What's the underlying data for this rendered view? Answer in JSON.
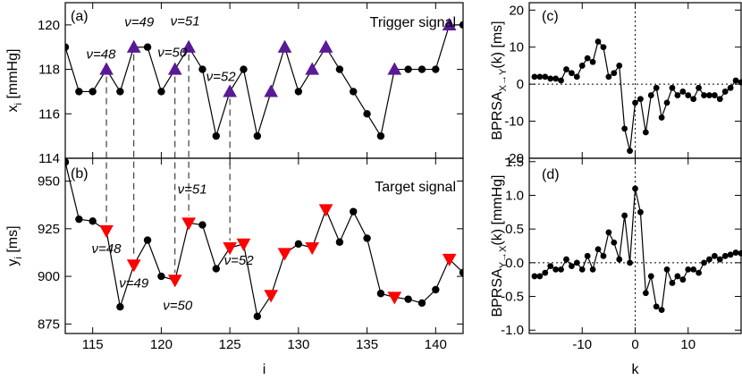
{
  "colors": {
    "triangle_up": "#5a1a96",
    "triangle_down": "#ff0000",
    "marker": "#000000",
    "line": "#000000"
  },
  "chart_data": [
    {
      "panel": "(a)",
      "type": "line",
      "title": "Trigger signal",
      "ylabel": "x",
      "ylabel_sub": "i",
      "ylabel_unit": " [mmHg]",
      "xlim": [
        113,
        142
      ],
      "ylim": [
        114,
        121
      ],
      "yticks": [
        114,
        116,
        118,
        120
      ],
      "xticks": [
        115,
        120,
        125,
        130,
        135,
        140
      ],
      "x": [
        113,
        114,
        115,
        116,
        117,
        118,
        119,
        120,
        121,
        122,
        123,
        124,
        125,
        126,
        127,
        128,
        129,
        130,
        131,
        132,
        133,
        134,
        135,
        136,
        137,
        138,
        139,
        140,
        141,
        142
      ],
      "y": [
        119,
        117,
        117,
        118,
        117,
        119,
        119,
        117,
        118,
        119,
        118,
        115,
        117,
        118,
        115,
        117,
        119,
        117,
        118,
        119,
        118,
        117,
        116,
        115,
        118,
        118,
        118,
        118,
        120,
        120
      ],
      "triangle_indices": [
        116,
        118,
        121,
        122,
        125,
        128,
        129,
        131,
        132,
        137,
        141
      ],
      "annotations": [
        {
          "label": "ν=48",
          "x": 116
        },
        {
          "label": "ν=49",
          "x": 118
        },
        {
          "label": "ν=50",
          "x": 121
        },
        {
          "label": "ν=51",
          "x": 122
        },
        {
          "label": "ν=52",
          "x": 125
        }
      ]
    },
    {
      "panel": "(b)",
      "type": "line",
      "title": "Target signal",
      "ylabel": "y",
      "ylabel_sub": "i",
      "ylabel_unit": " [ms]",
      "xlabel": "i",
      "xlim": [
        113,
        142
      ],
      "ylim": [
        870,
        962
      ],
      "yticks": [
        875,
        900,
        925,
        950
      ],
      "xticks": [
        115,
        120,
        125,
        130,
        135,
        140
      ],
      "x": [
        113,
        114,
        115,
        116,
        117,
        118,
        119,
        120,
        121,
        122,
        123,
        124,
        125,
        126,
        127,
        128,
        129,
        130,
        131,
        132,
        133,
        134,
        135,
        136,
        137,
        138,
        139,
        140,
        141,
        142
      ],
      "y": [
        960,
        930,
        929,
        924,
        884,
        906,
        919,
        900,
        898,
        928,
        927,
        904,
        915,
        917,
        879,
        890,
        912,
        917,
        915,
        935,
        918,
        934,
        920,
        891,
        889,
        888,
        886,
        893,
        909,
        902
      ],
      "triangle_indices": [
        116,
        118,
        121,
        122,
        125,
        126,
        128,
        129,
        131,
        132,
        137,
        141
      ],
      "annotations": [
        {
          "label": "ν=48",
          "x": 116
        },
        {
          "label": "ν=49",
          "x": 118
        },
        {
          "label": "ν=50",
          "x": 121
        },
        {
          "label": "ν=51",
          "x": 122
        },
        {
          "label": "ν=52",
          "x": 125
        }
      ]
    },
    {
      "panel": "(c)",
      "type": "line",
      "ylabel": "BPRSA",
      "ylabel_sub": "X→Y",
      "ylabel_unit": "(k) [ms]",
      "xlim": [
        -20,
        20
      ],
      "ylim": [
        -20,
        22
      ],
      "yticks": [
        -20,
        -10,
        0,
        10,
        20
      ],
      "xticks": [
        -10,
        0,
        10
      ],
      "x": [
        -19,
        -18,
        -17,
        -16,
        -15,
        -14,
        -13,
        -12,
        -11,
        -10,
        -9,
        -8,
        -7,
        -6,
        -5,
        -4,
        -3,
        -2,
        -1,
        0,
        1,
        2,
        3,
        4,
        5,
        6,
        7,
        8,
        9,
        10,
        11,
        12,
        13,
        14,
        15,
        16,
        17,
        18,
        19,
        20
      ],
      "y": [
        2,
        2,
        2,
        1.5,
        1.5,
        1,
        4,
        3,
        2,
        5,
        7,
        6,
        11.5,
        10,
        2,
        3,
        5,
        -12,
        -18,
        -5,
        -4,
        -13,
        -3,
        -1,
        -9,
        -5,
        -1,
        -3,
        -2,
        -3,
        -4,
        -1,
        -3,
        -3,
        -3,
        -4,
        -2,
        -1,
        1,
        0.5
      ]
    },
    {
      "panel": "(d)",
      "type": "line",
      "ylabel": "BPRSA",
      "ylabel_sub": "Y→X",
      "ylabel_unit": "(k) [mmHg]",
      "xlabel": "k",
      "xlim": [
        -20,
        20
      ],
      "ylim": [
        -1.05,
        1.55
      ],
      "yticks": [
        -1.0,
        -0.5,
        0.0,
        0.5,
        1.0,
        1.5
      ],
      "xticks": [
        -10,
        0,
        10
      ],
      "x": [
        -19,
        -18,
        -17,
        -16,
        -15,
        -14,
        -13,
        -12,
        -11,
        -10,
        -9,
        -8,
        -7,
        -6,
        -5,
        -4,
        -3,
        -2,
        -1,
        0,
        1,
        2,
        3,
        4,
        5,
        6,
        7,
        8,
        9,
        10,
        11,
        12,
        13,
        14,
        15,
        16,
        17,
        18,
        19,
        20
      ],
      "y": [
        -0.2,
        -0.2,
        -0.15,
        -0.05,
        -0.1,
        -0.1,
        0.05,
        -0.05,
        0,
        -0.1,
        0.1,
        -0.1,
        0.2,
        0.1,
        0.45,
        0.3,
        0.05,
        0.7,
        0,
        1.1,
        0.75,
        -0.45,
        -0.2,
        -0.65,
        -0.7,
        -0.1,
        -0.3,
        -0.2,
        -0.25,
        -0.1,
        -0.1,
        -0.15,
        0,
        0.05,
        0.1,
        0.05,
        0.1,
        0.12,
        0.15,
        0.14
      ]
    }
  ]
}
